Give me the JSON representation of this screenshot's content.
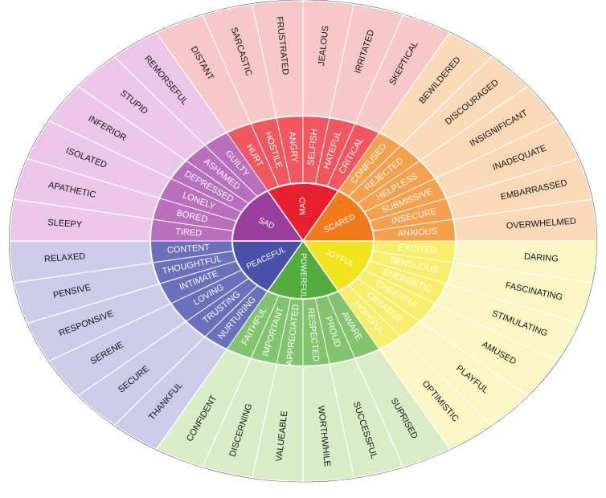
{
  "wheel": {
    "colors": {
      "mad": {
        "core": "#e8202e",
        "mid": "#f1575f",
        "outer": "#f8c8c8"
      },
      "scared": {
        "core": "#f27a1a",
        "mid": "#f6a04e",
        "outer": "#fad9b6"
      },
      "joyful": {
        "core": "#f2e41c",
        "mid": "#f8ee6a",
        "outer": "#fbf6c4"
      },
      "powerful": {
        "core": "#52ad3e",
        "mid": "#82c46d",
        "outer": "#d8ecc8"
      },
      "peaceful": {
        "core": "#4a50a8",
        "mid": "#6a70bc",
        "outer": "#cbcde8"
      },
      "sad": {
        "core": "#9a3e9e",
        "mid": "#b96fbe",
        "outer": "#ecc6e8"
      }
    },
    "core": [
      {
        "key": "mad",
        "label": "MAD"
      },
      {
        "key": "scared",
        "label": "SCARED"
      },
      {
        "key": "joyful",
        "label": "JOYFUL"
      },
      {
        "key": "powerful",
        "label": "POWERFUL"
      },
      {
        "key": "peaceful",
        "label": "PEACEFUL"
      },
      {
        "key": "sad",
        "label": "SAD"
      }
    ],
    "mid": {
      "mad": [
        "HURT",
        "HOSTILE",
        "ANGRY",
        "SELFISH",
        "HATEFUL",
        "CRITICAL"
      ],
      "scared": [
        "CONFUSED",
        "REJECTED",
        "HELPLESS",
        "SUBMISSIVE",
        "INSECURE",
        "ANXIOUS"
      ],
      "joyful": [
        "EXCITED",
        "SENSUOUS",
        "ENERGETIC",
        "CHEERFUL",
        "CREATIVE",
        "HOPEFUL"
      ],
      "powerful": [
        "AWARE",
        "PROUD",
        "RESPECTED",
        "APPRECIATED",
        "IMPORTANT",
        "FAITHFUL"
      ],
      "peaceful": [
        "NURTURING",
        "TRUSTING",
        "LOVING",
        "INTIMATE",
        "THOUGHTFUL",
        "CONTENT"
      ],
      "sad": [
        "TIRED",
        "BORED",
        "LONELY",
        "DEPRESSED",
        "ASHAMED",
        "GUILTY"
      ]
    },
    "outer": {
      "mad": [
        "DISTANT",
        "SARCASTIC",
        "FRUSTRATED",
        "JEALOUS",
        "IRRITATED",
        "SKEPTICAL"
      ],
      "scared": [
        "BEWILDERED",
        "DISCOURAGED",
        "INSIGNIFICANT",
        "INADEQUATE",
        "EMBARRASSED",
        "OVERWHELMED"
      ],
      "joyful": [
        "DARING",
        "FASCINATING",
        "STIMULATING",
        "AMUSED",
        "PLAYFUL",
        "OPTIMISTIC"
      ],
      "powerful": [
        "SUPRISED",
        "SUCCESSFUL",
        "WORTHWHILE",
        "VALUEABLE",
        "DISCERNING",
        "CONFIDENT"
      ],
      "peaceful": [
        "THANKFUL",
        "SECURE",
        "SERENE",
        "RESPONSIVE",
        "PENSIVE",
        "RELAXED"
      ],
      "sad": [
        "SLEEPY",
        "APATHETIC",
        "ISOLATED",
        "INFERIOR",
        "STUPID",
        "REMORSEFUL"
      ]
    }
  }
}
